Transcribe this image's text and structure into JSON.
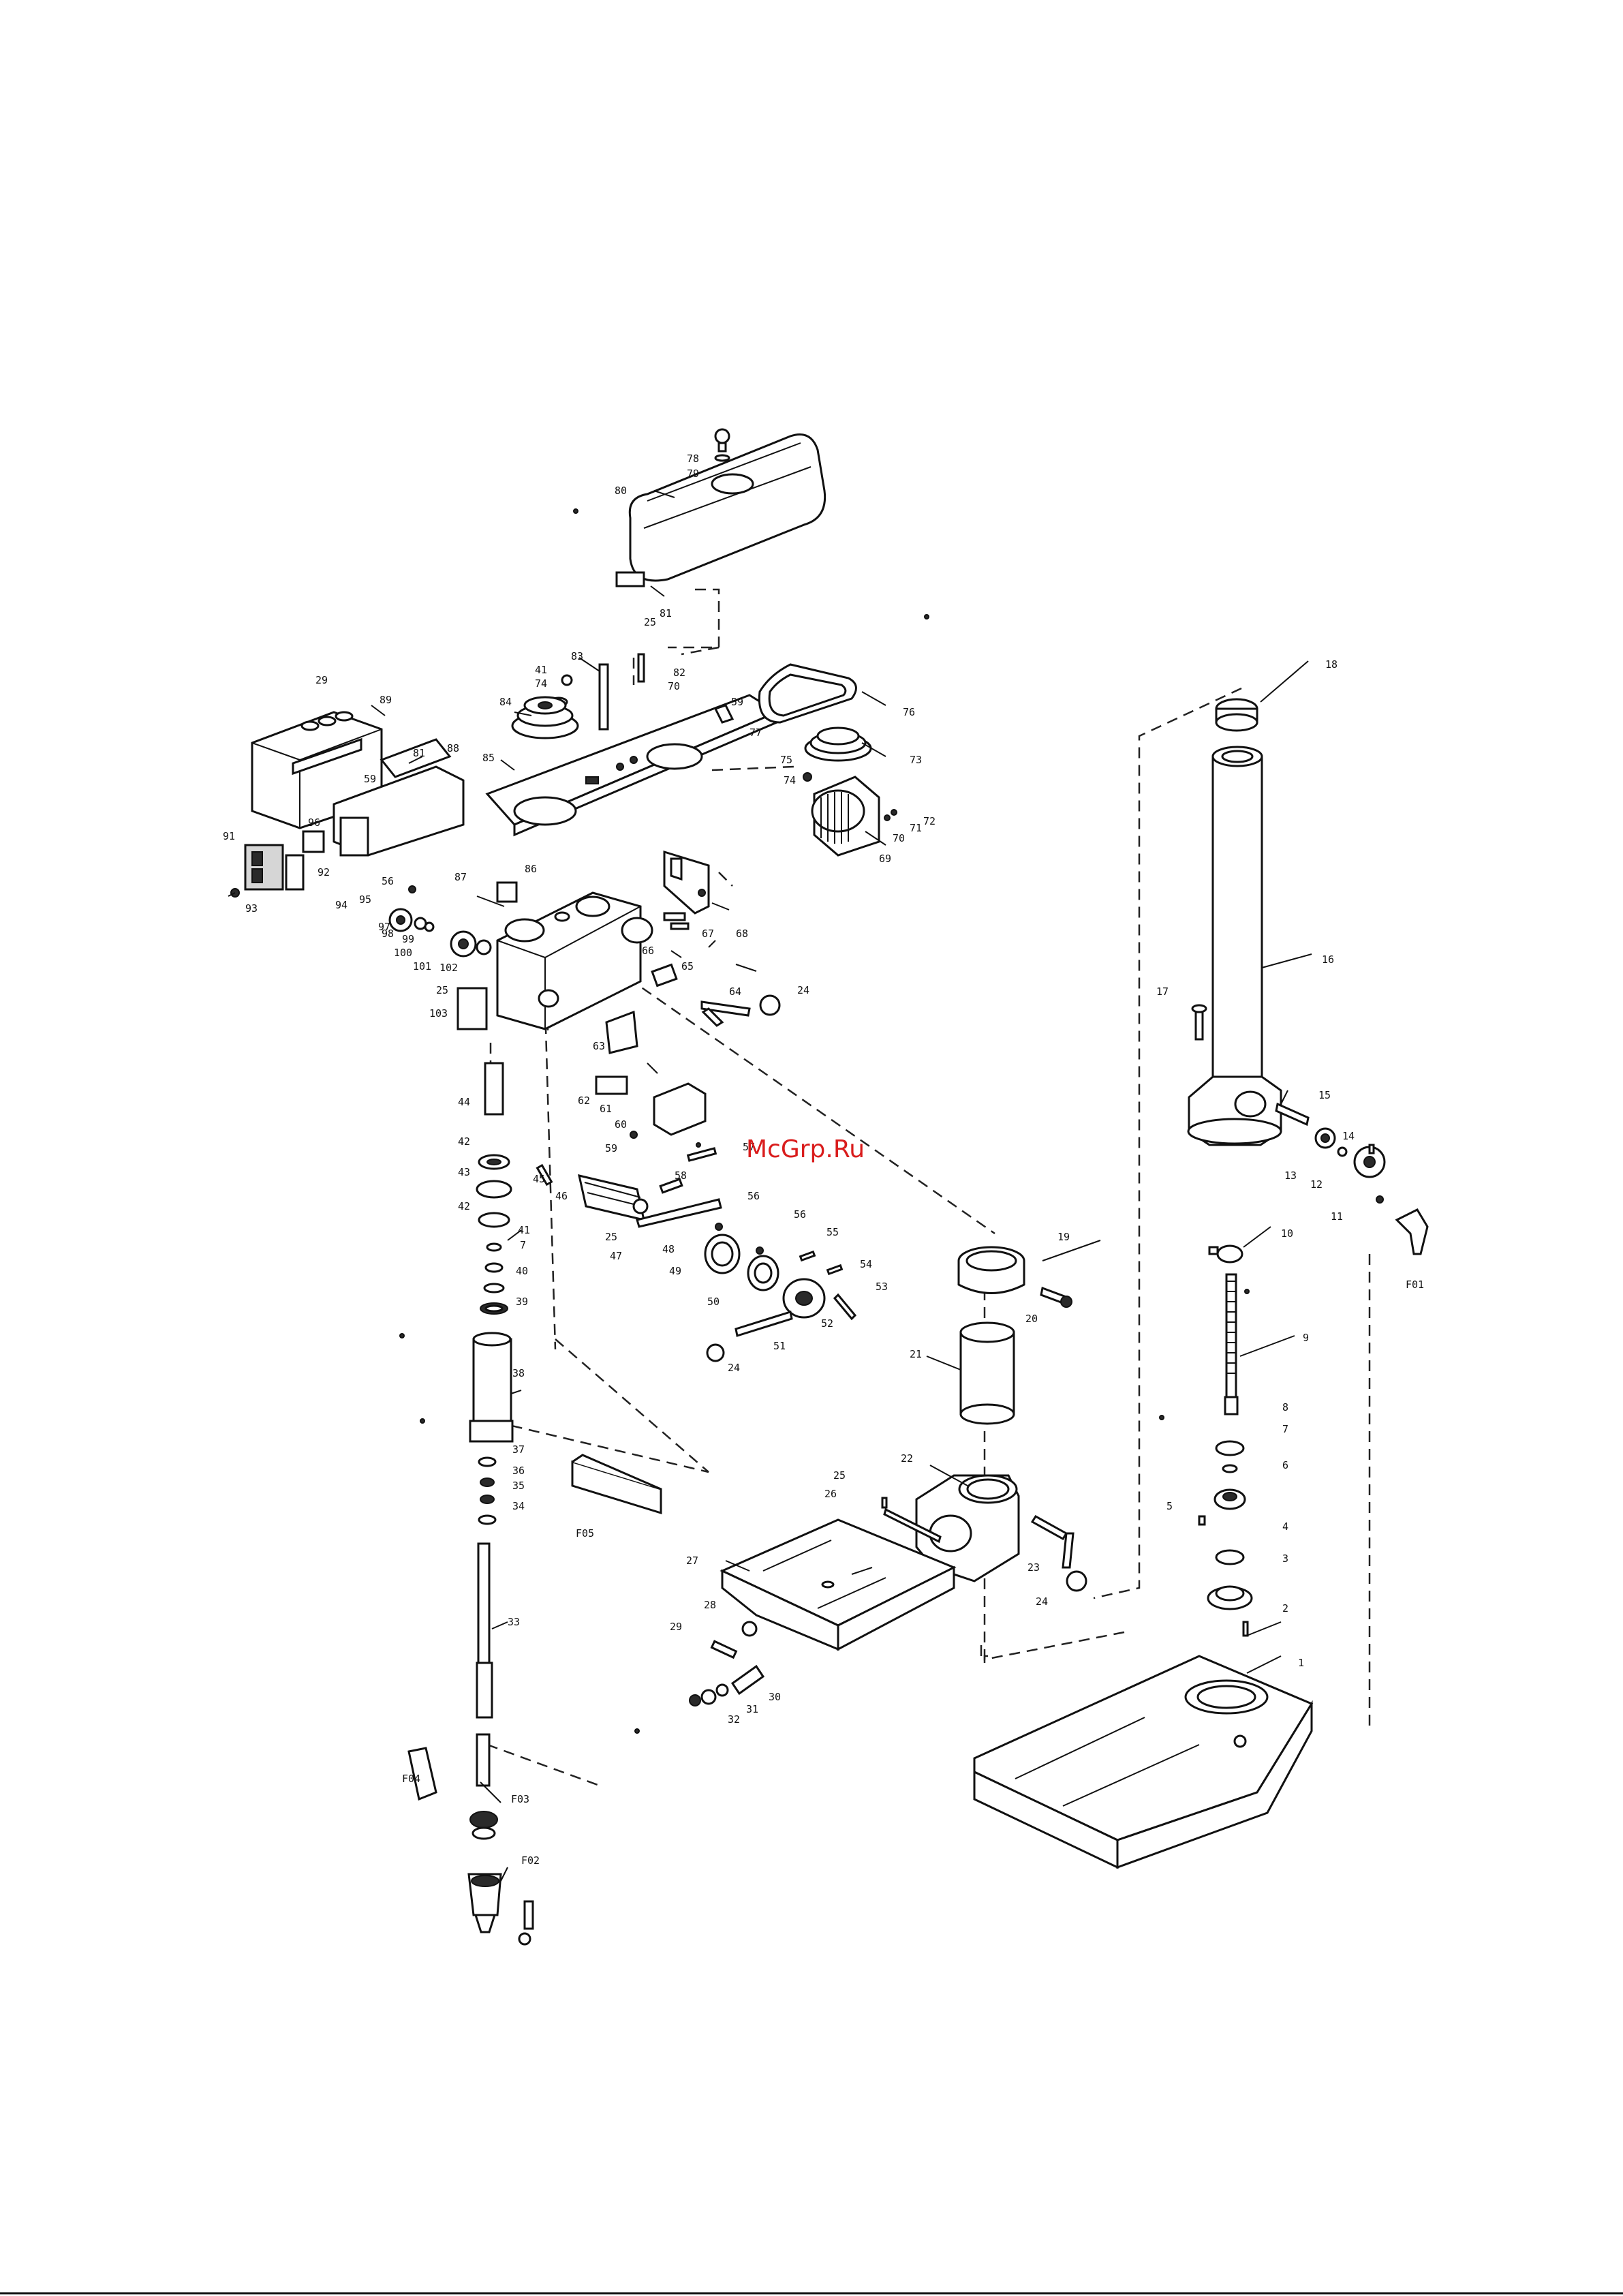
{
  "watermark": "McGrp.Ru",
  "parts": [
    {
      "id": "motor-pulley-cover-knob",
      "label": "78"
    },
    {
      "id": "washer-79",
      "label": "79"
    },
    {
      "id": "pulley-cover",
      "label": "80"
    },
    {
      "id": "label-81",
      "label": "81"
    },
    {
      "id": "label-25-top",
      "label": "25"
    },
    {
      "id": "screw-82",
      "label": "82"
    },
    {
      "id": "nut-70",
      "label": "70"
    },
    {
      "id": "spacer-83",
      "label": "83"
    },
    {
      "id": "ring-41-top",
      "label": "41"
    },
    {
      "id": "washer-74-top",
      "label": "74"
    },
    {
      "id": "spindle-pulley-84",
      "label": "84"
    },
    {
      "id": "pulley-base-85",
      "label": "85"
    },
    {
      "id": "screw-59-top",
      "label": "59"
    },
    {
      "id": "bracket-77",
      "label": "77"
    },
    {
      "id": "v-belt-76",
      "label": "76"
    },
    {
      "id": "motor-pulley-73",
      "label": "73"
    },
    {
      "id": "key-75",
      "label": "75"
    },
    {
      "id": "washer-74",
      "label": "74"
    },
    {
      "id": "bolt-72",
      "label": "72"
    },
    {
      "id": "nut-71",
      "label": "71"
    },
    {
      "id": "washer-70",
      "label": "70"
    },
    {
      "id": "motor-69",
      "label": "69"
    },
    {
      "id": "motor-bracket-68",
      "label": "68"
    },
    {
      "id": "pin-67",
      "label": "67"
    },
    {
      "id": "pin-66",
      "label": "66"
    },
    {
      "id": "sleeve-65",
      "label": "65"
    },
    {
      "id": "handle-64",
      "label": "64"
    },
    {
      "id": "knob-24-top",
      "label": "24"
    },
    {
      "id": "clamp-63",
      "label": "63"
    },
    {
      "id": "plate-62",
      "label": "62"
    },
    {
      "id": "screw-61",
      "label": "61"
    },
    {
      "id": "switch-box-60",
      "label": "60"
    },
    {
      "id": "screw-59",
      "label": "59"
    },
    {
      "id": "guard-89",
      "label": "89"
    },
    {
      "id": "screw-29",
      "label": "29"
    },
    {
      "id": "bracket-88",
      "label": "88"
    },
    {
      "id": "bracket-81",
      "label": "81"
    },
    {
      "id": "screw-59-b",
      "label": "59"
    },
    {
      "id": "switch-91",
      "label": "91"
    },
    {
      "id": "plate-96",
      "label": "96"
    },
    {
      "id": "screw-93",
      "label": "93"
    },
    {
      "id": "nut-94",
      "label": "94"
    },
    {
      "id": "plate-95",
      "label": "95"
    },
    {
      "id": "screw-92",
      "label": "92"
    },
    {
      "id": "pin-86",
      "label": "86"
    },
    {
      "id": "head-87",
      "label": "87"
    },
    {
      "id": "bolt-56",
      "label": "56"
    },
    {
      "id": "knob-97",
      "label": "97"
    },
    {
      "id": "washer-98",
      "label": "98"
    },
    {
      "id": "spring-99",
      "label": "99"
    },
    {
      "id": "screw-100",
      "label": "100"
    },
    {
      "id": "screw-101",
      "label": "101"
    },
    {
      "id": "cap-102",
      "label": "102"
    },
    {
      "id": "label-25-mid",
      "label": "25"
    },
    {
      "id": "label-103",
      "label": "103"
    },
    {
      "id": "spindle-44",
      "label": "44"
    },
    {
      "id": "bearing-42a",
      "label": "42"
    },
    {
      "id": "ring-43",
      "label": "43"
    },
    {
      "id": "bearing-42b",
      "label": "42"
    },
    {
      "id": "ring-41",
      "label": "41"
    },
    {
      "id": "ring-7",
      "label": "7"
    },
    {
      "id": "washer-40",
      "label": "40"
    },
    {
      "id": "seal-39",
      "label": "39"
    },
    {
      "id": "quill-38",
      "label": "38"
    },
    {
      "id": "washer-37",
      "label": "37"
    },
    {
      "id": "bearing-36",
      "label": "36"
    },
    {
      "id": "bearing-35",
      "label": "35"
    },
    {
      "id": "washer-34",
      "label": "34"
    },
    {
      "id": "spindle-33",
      "label": "33"
    },
    {
      "id": "tool-f04",
      "label": "F04"
    },
    {
      "id": "tool-f03",
      "label": "F03"
    },
    {
      "id": "chuck-f02",
      "label": "F02"
    },
    {
      "id": "wedge-f05",
      "label": "F05"
    },
    {
      "id": "pin-45",
      "label": "45"
    },
    {
      "id": "pinion-46",
      "label": "46"
    },
    {
      "id": "screw-57",
      "label": "57"
    },
    {
      "id": "key-58",
      "label": "58"
    },
    {
      "id": "label-25-low",
      "label": "25"
    },
    {
      "id": "rod-47",
      "label": "47"
    },
    {
      "id": "nut-48",
      "label": "48"
    },
    {
      "id": "spring-cap-49",
      "label": "49"
    },
    {
      "id": "spring-50",
      "label": "50"
    },
    {
      "id": "screw-56a",
      "label": "56"
    },
    {
      "id": "screw-56b",
      "label": "56"
    },
    {
      "id": "screw-55",
      "label": "55"
    },
    {
      "id": "screw-54",
      "label": "54"
    },
    {
      "id": "handle-53",
      "label": "53"
    },
    {
      "id": "hub-52",
      "label": "52"
    },
    {
      "id": "handle-rod-51",
      "label": "51"
    },
    {
      "id": "knob-24-mid",
      "label": "24"
    },
    {
      "id": "collar-19",
      "label": "19"
    },
    {
      "id": "bolt-20",
      "label": "20"
    },
    {
      "id": "sleeve-21",
      "label": "21"
    },
    {
      "id": "table-bracket-22",
      "label": "22"
    },
    {
      "id": "handle-23",
      "label": "23"
    },
    {
      "id": "knob-24-low",
      "label": "24"
    },
    {
      "id": "rack-25",
      "label": "25"
    },
    {
      "id": "rack-26",
      "label": "26"
    },
    {
      "id": "table-27",
      "label": "27"
    },
    {
      "id": "washer-28",
      "label": "28"
    },
    {
      "id": "bolt-29",
      "label": "29"
    },
    {
      "id": "bolt-30",
      "label": "30"
    },
    {
      "id": "washer-31",
      "label": "31"
    },
    {
      "id": "nut-32",
      "label": "32"
    },
    {
      "id": "cap-18",
      "label": "18"
    },
    {
      "id": "column-16",
      "label": "16"
    },
    {
      "id": "bolt-17",
      "label": "17"
    },
    {
      "id": "gear-15",
      "label": "15"
    },
    {
      "id": "nut-14",
      "label": "14"
    },
    {
      "id": "washer-13",
      "label": "13"
    },
    {
      "id": "plate-12",
      "label": "12"
    },
    {
      "id": "screw-11",
      "label": "11"
    },
    {
      "id": "crank-f01",
      "label": "F01"
    },
    {
      "id": "worm-10",
      "label": "10"
    },
    {
      "id": "rack-9",
      "label": "9"
    },
    {
      "id": "collar-8",
      "label": "8"
    },
    {
      "id": "ring-7b",
      "label": "7"
    },
    {
      "id": "gear-6",
      "label": "6"
    },
    {
      "id": "screw-5",
      "label": "5"
    },
    {
      "id": "ring-4",
      "label": "4"
    },
    {
      "id": "flange-3",
      "label": "3"
    },
    {
      "id": "bolt-2",
      "label": "2"
    },
    {
      "id": "base-1",
      "label": "1"
    }
  ]
}
